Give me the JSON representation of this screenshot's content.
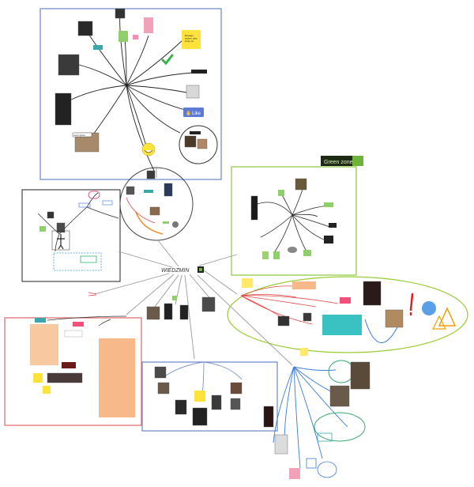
{
  "center": {
    "label": "WIEDZMIN"
  },
  "top_cluster": {
    "sticky_note": "Message.\nrandom, data,\nlovely, ok.",
    "small_caption": "Lorem ipsum",
    "like_label": "Like"
  },
  "green_cluster": {
    "title": "Green zone"
  },
  "colors": {
    "blue_frame": "#6a86c8",
    "black_frame": "#222222",
    "green_frame": "#8cc63f",
    "red_frame": "#e06666",
    "lime_oval": "#99cc33",
    "edge_gray": "#9a9a9a",
    "edge_dark": "#222222",
    "edge_red": "#e04848",
    "edge_blue": "#3a7ad8",
    "sticky_yellow": "#ffe23a",
    "note_orange": "#f8b98a",
    "smiley": "#ffe53a",
    "check_green": "#37b24d",
    "like_blue": "#5b7bd5"
  }
}
